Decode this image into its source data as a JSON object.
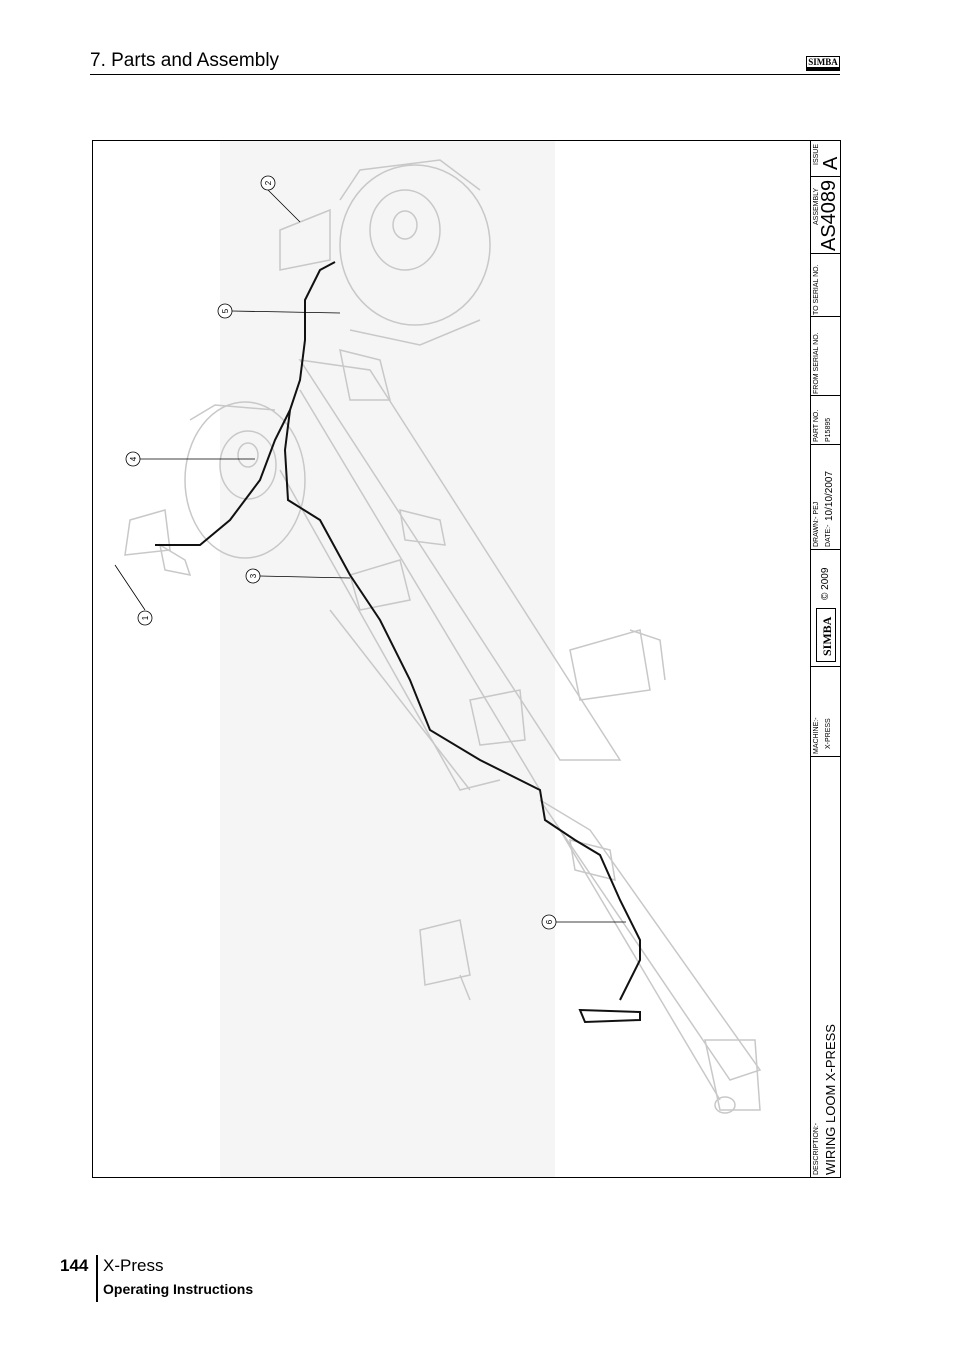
{
  "header": {
    "section_title": "7. Parts and Assembly",
    "logo_text": "SIMBA"
  },
  "drawing": {
    "callouts": [
      "1",
      "2",
      "3",
      "4",
      "5",
      "6"
    ]
  },
  "title_block": {
    "description_label": "DESCRIPTION:-",
    "description_value": "WIRING LOOM X-PRESS",
    "machine_label": "MACHINE:-",
    "machine_value": "X-PRESS",
    "logo_text": "SIMBA",
    "copyright": "© 2009",
    "drawn_label": "DRAWN:- PEJ",
    "date_label": "DATE:-",
    "date_value": "10/10/2007",
    "part_no_label": "PART NO.",
    "part_no_value": "P15895",
    "from_serial_label": "FROM SERIAL NO.",
    "to_serial_label": "TO SERIAL NO.",
    "assembly_label": "ASSEMBLY",
    "assembly_value": "AS4089",
    "issue_label": "ISSUE",
    "issue_value": "A"
  },
  "footer": {
    "page_number": "144",
    "product": "X-Press",
    "subtitle": "Operating Instructions"
  }
}
